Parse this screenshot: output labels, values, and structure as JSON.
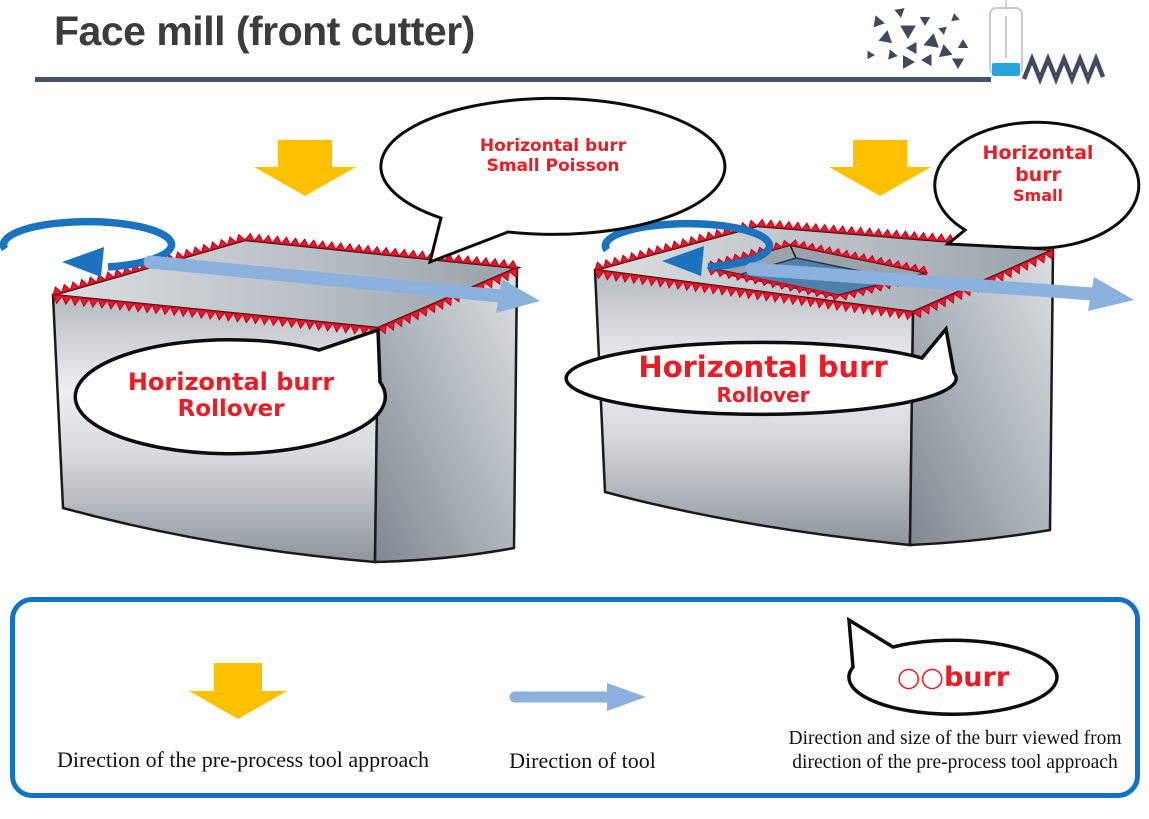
{
  "header": {
    "title": "Face mill (front cutter)"
  },
  "diagrams": {
    "left": {
      "bubble_top": {
        "line1": "Horizontal burr",
        "line2": "Small Poisson"
      },
      "bubble_side": {
        "line1": "Horizontal burr",
        "line2": "Rollover"
      }
    },
    "right": {
      "bubble_top": {
        "line1": "Horizontal",
        "line2": "burr",
        "line3": "Small"
      },
      "bubble_side": {
        "line1": "Horizontal burr",
        "line2": "Rollover"
      }
    }
  },
  "legend": {
    "pre_process_label": "Direction of the pre-process tool approach",
    "tool_label": "Direction of tool",
    "burr_bubble": {
      "prefix": "○○",
      "word": "burr"
    },
    "burr_label_line1": "Direction and size of the burr viewed from",
    "burr_label_line2": "direction of the pre-process tool approach"
  },
  "colors": {
    "accent_orange": "#FFC000",
    "feed_arrow_blue": "#8AB2DC",
    "rotation_blue": "#1B72BE",
    "burr_red": "#ED1C24",
    "serration_red": "#E8192B",
    "legend_border_blue": "#1273C4",
    "underline_navy": "#44546A",
    "title_gray": "#3C3C3C"
  }
}
